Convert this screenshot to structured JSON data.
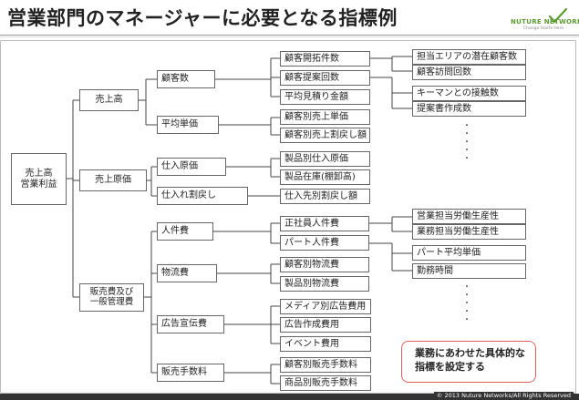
{
  "header": {
    "title": "営業部門のマネージャーに必要となる指標例",
    "logo_text": "NUTURE NETWORKS",
    "logo_sub": "Change Starts Here"
  },
  "nodes": {
    "root": "売上高\n営業利益",
    "uriage": "売上高",
    "genka": "売上原価",
    "hanbaihi": "販売費及び\n一般管理費",
    "kokyakusu": "顧客数",
    "heikin_tanka": "平均単価",
    "shiire_genka": "仕入原価",
    "shiire_modoshi": "仕入れ割戻し",
    "jinkenhi": "人件費",
    "butsuryuhi": "物流費",
    "kokoku": "広告宣伝費",
    "tesuryo": "販売手数料",
    "kaitaku": "顧客開拓件数",
    "teian": "顧客提案回数",
    "mitsumori": "平均見積り金額",
    "betsu_tanka": "顧客別売上単価",
    "betsu_modoshi": "顧客別売上割戻し額",
    "seihin_shiire": "製品別仕入原価",
    "zaiko": "製品在庫(棚卸高)",
    "shiiresaki": "仕入先別割戻し額",
    "seishain": "正社員人件費",
    "part": "パート人件費",
    "kokyaku_butsuryu": "顧客別物流費",
    "seihin_butsuryu": "製品別物流費",
    "media": "メディア別広告費用",
    "kokoku_sakusei": "広告作成費用",
    "event": "イベント費用",
    "kokyaku_tesuryo": "顧客別販売手数料",
    "shohin_tesuryo": "商品別販売手数料",
    "senzai": "担当エリアの潜在顧客数",
    "homon": "顧客訪問回数",
    "keyman": "キーマンとの接触数",
    "teiansho": "提案書作成数",
    "eigyo_seisansei": "営業担当労働生産性",
    "gyomu_seisansei": "業務担当労働生産性",
    "part_tanka": "パート平均単価",
    "kinmu": "勤務時間"
  },
  "callout": "業務にあわせた具体的な\n指標を設定する",
  "footer": "© 2013 Nuture Networks/All Rights Reserved"
}
